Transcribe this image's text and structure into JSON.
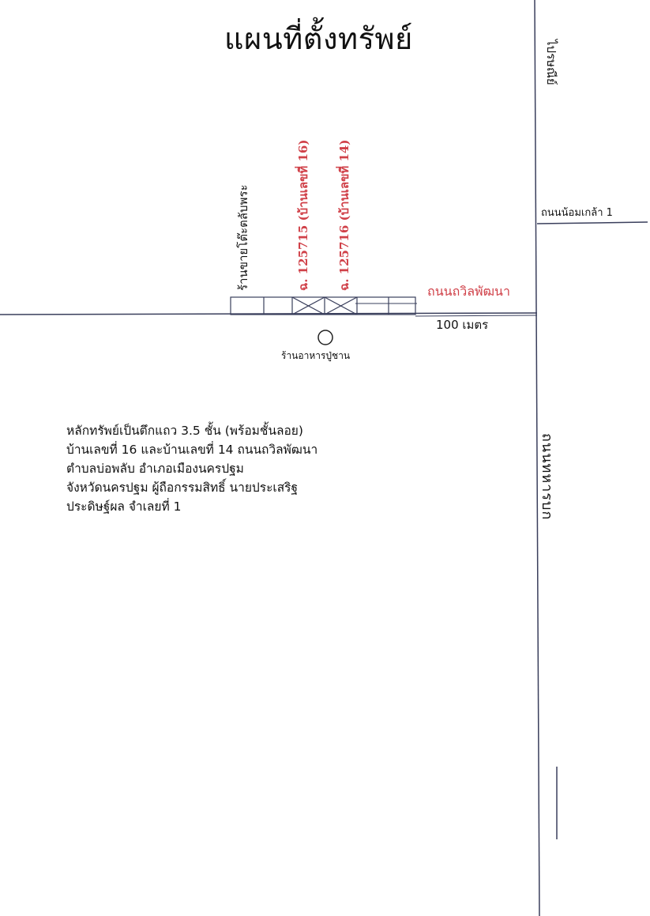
{
  "title": "แผนที่ตั้งทรัพย์",
  "roads": {
    "top_right_vertical": "ไปรษณีย์",
    "right_side_label": "ถนนน้อมเกล้า 1",
    "main_horizontal": "ถนนถวิลพัฒนา",
    "right_vertical": "ถนนทหารบก"
  },
  "distance_label": "100 เมตร",
  "landmarks": {
    "shop_north": "ร้านขายโต๊ะตลับพระ",
    "restaurant": "ร้านอาหารปู่ชาน"
  },
  "deeds": [
    {
      "label": "ฉ. 125715 (บ้านเลขที่ 16)"
    },
    {
      "label": "ฉ. 125716 (บ้านเลขที่ 14)"
    }
  ],
  "description_lines": [
    "หลักทรัพย์เป็นตึกแถว 3.5 ชั้น (พร้อมชั้นลอย)",
    "บ้านเลขที่ 16 และบ้านเลขที่ 14 ถนนถวิลพัฒนา",
    "ตำบลบ่อพลับ อำเภอเมืองนครปฐม",
    "จังหวัดนครปฐม ผู้ถือกรรมสิทธิ์ นายประเสริฐ",
    "ประดิษฐ์ผล จำเลยที่ 1"
  ],
  "colors": {
    "ink": "#111111",
    "highlight": "#d04048",
    "road_line": "#3a3f5c"
  }
}
